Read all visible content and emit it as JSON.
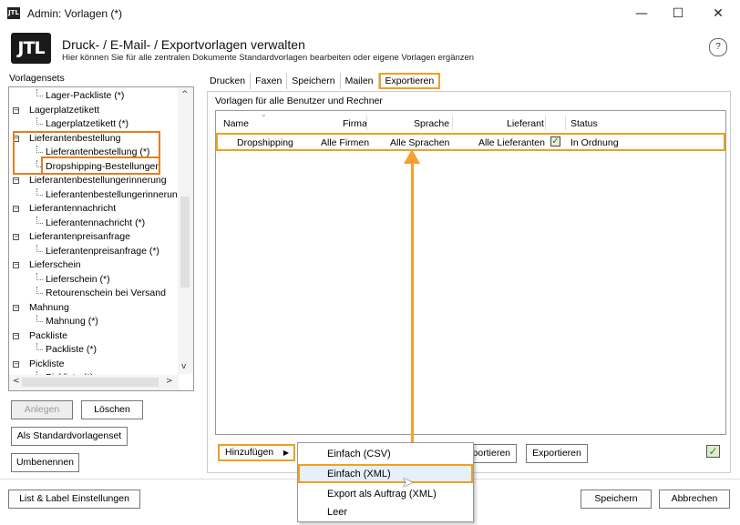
{
  "window": {
    "title": "Admin: Vorlagen (*)",
    "app_icon": "JTL",
    "minimize": "—",
    "maximize": "☐",
    "close": "✕"
  },
  "header": {
    "logo": "JTL",
    "title": "Druck- / E-Mail- / Exportvorlagen verwalten",
    "subtitle": "Hier können Sie für alle zentralen Dokumente Standardvorlagen bearbeiten oder eigene Vorlagen ergänzen",
    "help_icon": "?"
  },
  "sidebar": {
    "label": "Vorlagensets",
    "tree": [
      {
        "label": "Lager-Packliste (*)",
        "level": 1
      },
      {
        "label": "Lagerplatzetikett",
        "level": 0,
        "toggle": "−"
      },
      {
        "label": "Lagerplatzetikett (*)",
        "level": 1
      },
      {
        "label": "Lieferantenbestellung",
        "level": 0,
        "toggle": "−"
      },
      {
        "label": "Lieferantenbestellung (*)",
        "level": 1
      },
      {
        "label": "Dropshipping-Bestellungen",
        "level": 1
      },
      {
        "label": "Lieferantenbestellungerinnerung",
        "level": 0,
        "toggle": "−"
      },
      {
        "label": "Lieferantenbestellungerinnerung",
        "level": 1
      },
      {
        "label": "Lieferantennachricht",
        "level": 0,
        "toggle": "−"
      },
      {
        "label": "Lieferantennachricht (*)",
        "level": 1
      },
      {
        "label": "Lieferantenpreisanfrage",
        "level": 0,
        "toggle": "−"
      },
      {
        "label": "Lieferantenpreisanfrage (*)",
        "level": 1
      },
      {
        "label": "Lieferschein",
        "level": 0,
        "toggle": "−"
      },
      {
        "label": "Lieferschein (*)",
        "level": 1
      },
      {
        "label": "Retourenschein bei Versand",
        "level": 1
      },
      {
        "label": "Mahnung",
        "level": 0,
        "toggle": "−"
      },
      {
        "label": "Mahnung (*)",
        "level": 1
      },
      {
        "label": "Packliste",
        "level": 0,
        "toggle": "−"
      },
      {
        "label": "Packliste (*)",
        "level": 1
      },
      {
        "label": "Pickliste",
        "level": 0,
        "toggle": "−"
      },
      {
        "label": "Pickliste (*)",
        "level": 1
      }
    ],
    "scroll_up": "^",
    "scroll_down": "v",
    "scroll_left": "<",
    "scroll_right": ">",
    "btn_add": "Anlegen",
    "btn_delete": "Löschen",
    "btn_default": "Als Standardvorlagenset",
    "btn_rename": "Umbenennen"
  },
  "tabs": [
    "Drucken",
    "Faxen",
    "Speichern",
    "Mailen",
    "Exportieren"
  ],
  "active_tab": "Exportieren",
  "group": {
    "title": "Vorlagen für alle Benutzer und Rechner",
    "columns": [
      "Name",
      "Firma",
      "Sprache",
      "Lieferant",
      "Status"
    ],
    "rows": [
      {
        "name": "Dropshipping",
        "firma": "Alle Firmen",
        "sprache": "Alle Sprachen",
        "lieferant": "Alle Lieferanten",
        "status": "In Ordnung"
      }
    ],
    "btn_add": "Hinzufügen",
    "btn_import": "Importieren",
    "btn_export": "Exportieren"
  },
  "menu": {
    "items": [
      "Einfach (CSV)",
      "Einfach (XML)",
      "Export als Auftrag (XML)",
      "Leer"
    ],
    "hovered": "Einfach (XML)"
  },
  "footer": {
    "btn_list_label": "List & Label Einstellungen",
    "btn_save": "Speichern",
    "btn_cancel": "Abbrechen"
  },
  "colors": {
    "highlight": "#f0a020",
    "arrow": "#f5a030"
  }
}
